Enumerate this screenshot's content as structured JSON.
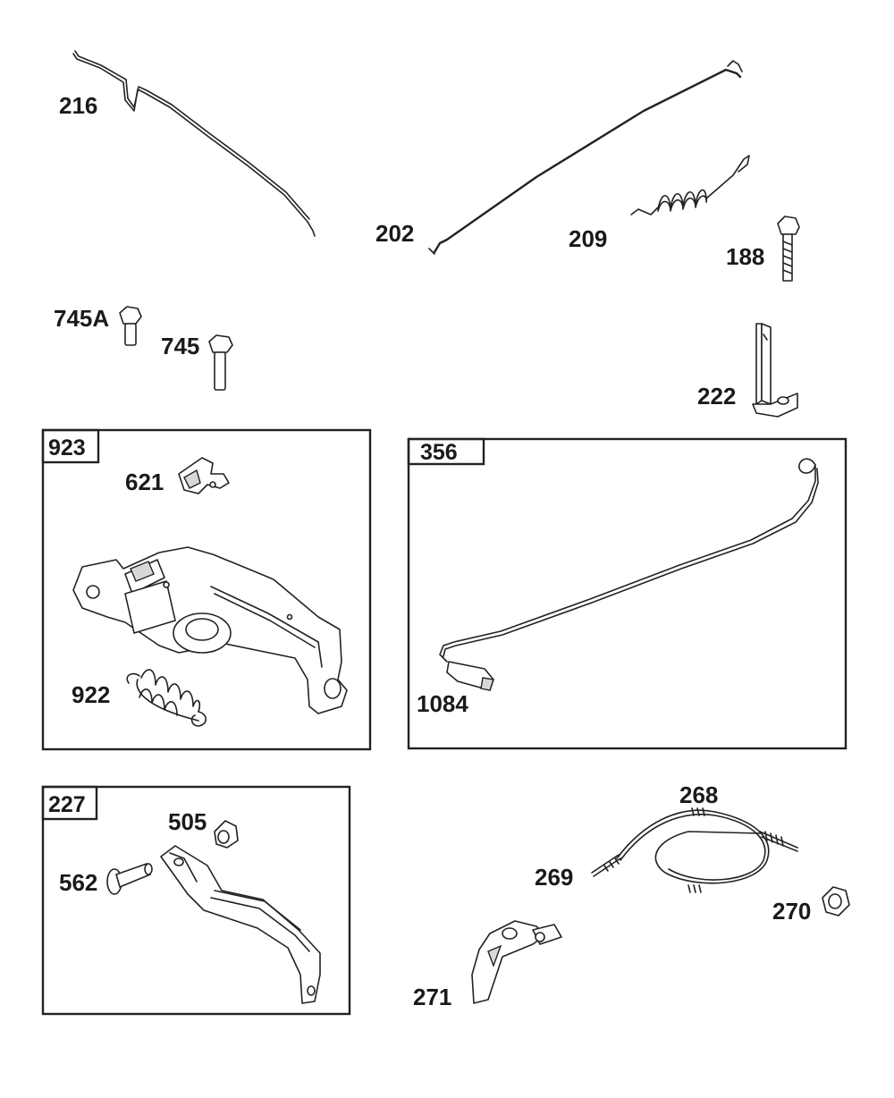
{
  "parts": {
    "p216": "216",
    "p202": "202",
    "p209": "209",
    "p188": "188",
    "p745a": "745A",
    "p745": "745",
    "p222": "222",
    "p621": "621",
    "p922": "922",
    "p1084": "1084",
    "p505": "505",
    "p562": "562",
    "p268": "268",
    "p269": "269",
    "p270": "270",
    "p271": "271"
  },
  "groups": {
    "g923": "923",
    "g356": "356",
    "g227": "227"
  }
}
